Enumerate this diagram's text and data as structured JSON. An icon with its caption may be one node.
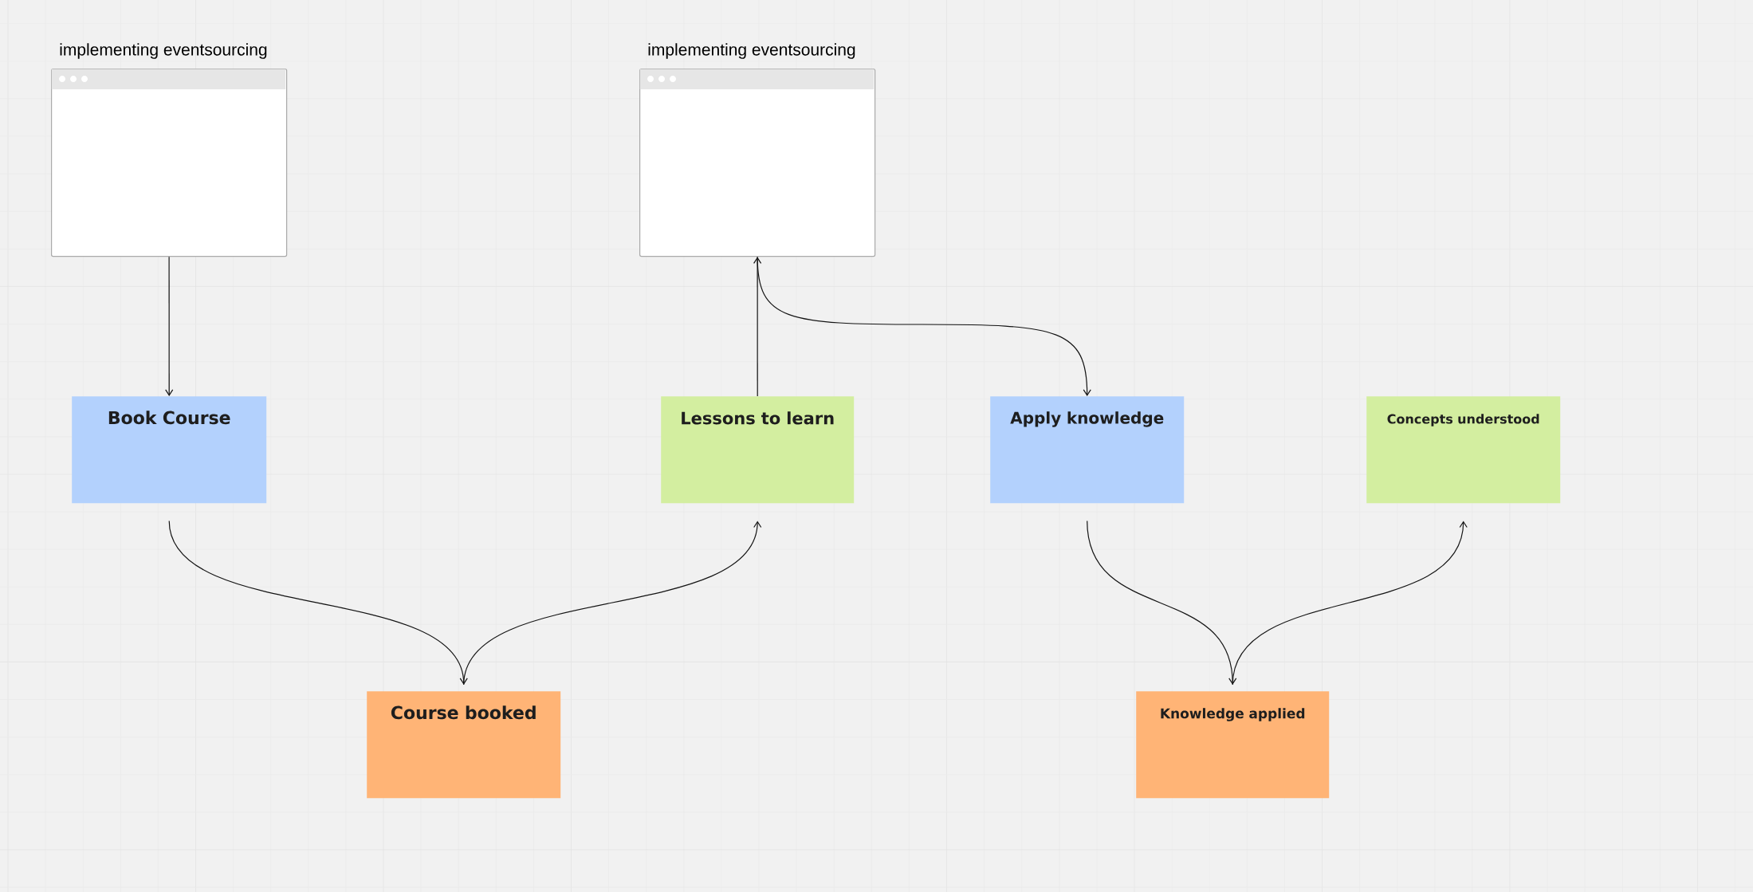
{
  "diagram": {
    "nodes": [
      {
        "text": [
          "implementing eventsourcing"
        ]
      },
      {
        "text": [
          "implementing eventsourcing"
        ]
      },
      {
        "text": [
          "Book Course"
        ]
      },
      {
        "text": [
          "Lessons to learn"
        ]
      },
      {
        "text": [
          "Apply knowledge"
        ]
      },
      {
        "text": [
          "Concepts understood"
        ]
      },
      {
        "text": [
          "Course booked"
        ]
      },
      {
        "text": [
          "Knowledge applied"
        ]
      }
    ],
    "edges": [
      {
        "from": 0,
        "to": 2,
        "arrow": "to"
      },
      {
        "from": 3,
        "to": 1,
        "arrow": "to"
      },
      {
        "from": 1,
        "to": 4,
        "arrow": "to"
      },
      {
        "from": 2,
        "to": 6,
        "arrow": "to"
      },
      {
        "from": 6,
        "to": 3,
        "arrow": "to"
      },
      {
        "from": 4,
        "to": 7,
        "arrow": "to"
      },
      {
        "from": 7,
        "to": 5,
        "arrow": "to"
      }
    ]
  }
}
